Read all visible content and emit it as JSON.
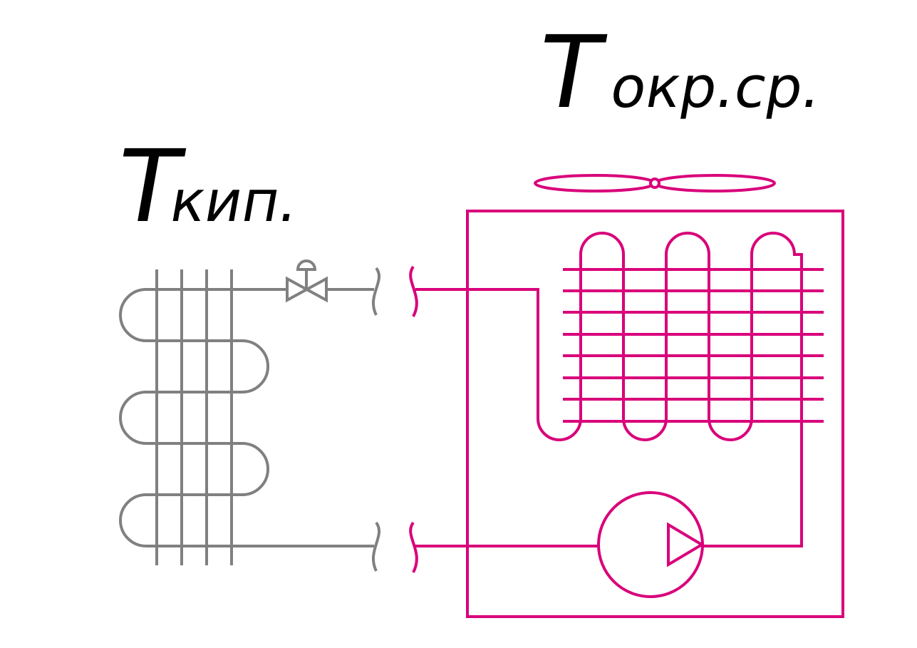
{
  "labels": {
    "ambient_main": "T",
    "ambient_sub": "окр.ср.",
    "boiling_main": "T",
    "boiling_sub": "кип."
  },
  "colors": {
    "evaporator_side": "#808080",
    "condenser_side": "#d9007a",
    "text": "#000000"
  },
  "components": {
    "left_unit": [
      "evaporator-coil",
      "expansion-valve-icon"
    ],
    "right_unit": [
      "condenser-fan-icon",
      "condenser-coil",
      "compressor-icon"
    ]
  }
}
